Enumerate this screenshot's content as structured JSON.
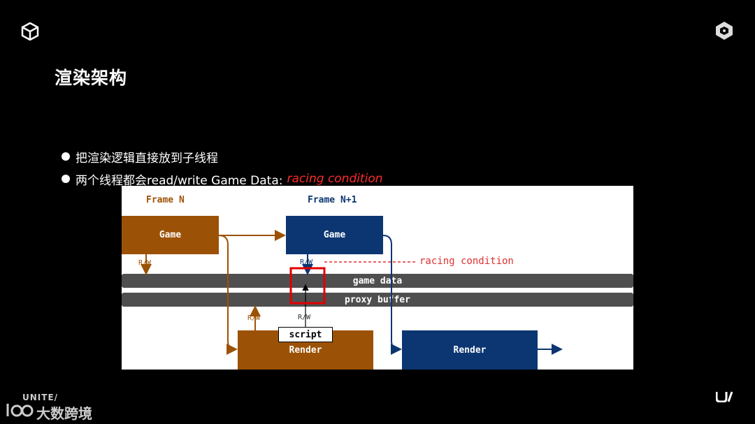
{
  "slide": {
    "title": "渲染架构",
    "bullets": [
      {
        "text": "把渲染逻辑直接放到子线程",
        "highlight": ""
      },
      {
        "text": "两个线程都会read/write Game Data:",
        "highlight": "racing condition"
      }
    ]
  },
  "diagram": {
    "frame_n": "Frame N",
    "frame_n1": "Frame N+1",
    "game_n": "Game",
    "game_n1": "Game",
    "render_n": "Render",
    "render_n1": "Render",
    "game_data": "game data",
    "proxy_buffer": "proxy buffer",
    "script": "script",
    "racing_label": "racing condition",
    "rw": "R/W",
    "colors": {
      "brown": "#9c5206",
      "navy": "#0c3672",
      "racing": "#e03030",
      "bar": "#4f4f4f"
    }
  },
  "branding": {
    "unite": "UNITE/",
    "cn": "大数跨境"
  }
}
